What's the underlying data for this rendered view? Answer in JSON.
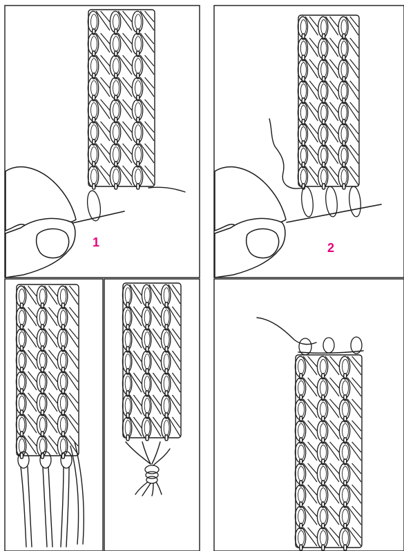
{
  "colors": {
    "line": "#1a1a1a",
    "background": "#ffffff",
    "step_label": "#e6007e"
  },
  "panels": [
    {
      "name": "panel-step-1",
      "step_label": "1"
    },
    {
      "name": "panel-step-2",
      "step_label": "2"
    },
    {
      "name": "panel-step-3a",
      "step_label": ""
    },
    {
      "name": "panel-step-3b",
      "step_label": ""
    },
    {
      "name": "panel-step-4",
      "step_label": ""
    }
  ],
  "labels": {
    "step1": "1",
    "step2": "2"
  }
}
